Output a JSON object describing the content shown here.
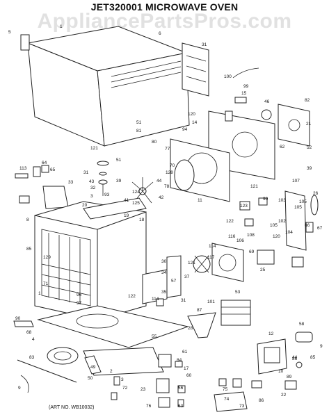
{
  "header": {
    "title": "JET320001 MICROWAVE OVEN",
    "watermark": "AppliancePartsPros.com"
  },
  "footer": {
    "art_number": "(ART NO. WB10032)"
  },
  "part_labels": [
    "5",
    "1",
    "6",
    "31",
    "100",
    "99",
    "15",
    "46",
    "82",
    "120",
    "14",
    "21",
    "51",
    "81",
    "94",
    "80",
    "52",
    "62",
    "77",
    "39",
    "121",
    "51",
    "113",
    "64",
    "65",
    "31",
    "43",
    "39",
    "32",
    "3",
    "33",
    "70",
    "128",
    "78",
    "44",
    "42",
    "124",
    "41",
    "125",
    "11",
    "93",
    "20",
    "19",
    "18",
    "121",
    "90",
    "105",
    "107",
    "26",
    "103",
    "105",
    "122",
    "123",
    "102",
    "116",
    "105",
    "104",
    "66",
    "67",
    "8",
    "85",
    "129",
    "114",
    "117",
    "30",
    "34",
    "121",
    "108",
    "120",
    "106",
    "69",
    "25",
    "57",
    "71",
    "1",
    "96",
    "97",
    "35",
    "122",
    "31",
    "37",
    "114",
    "101",
    "28",
    "87",
    "53",
    "12",
    "90",
    "68",
    "4",
    "83",
    "55",
    "58",
    "9",
    "10",
    "44",
    "49",
    "50",
    "2",
    "3",
    "72",
    "61",
    "84",
    "17",
    "60",
    "63",
    "56",
    "86",
    "85",
    "22",
    "23",
    "76",
    "75",
    "74",
    "73",
    "86",
    "89",
    "9"
  ]
}
